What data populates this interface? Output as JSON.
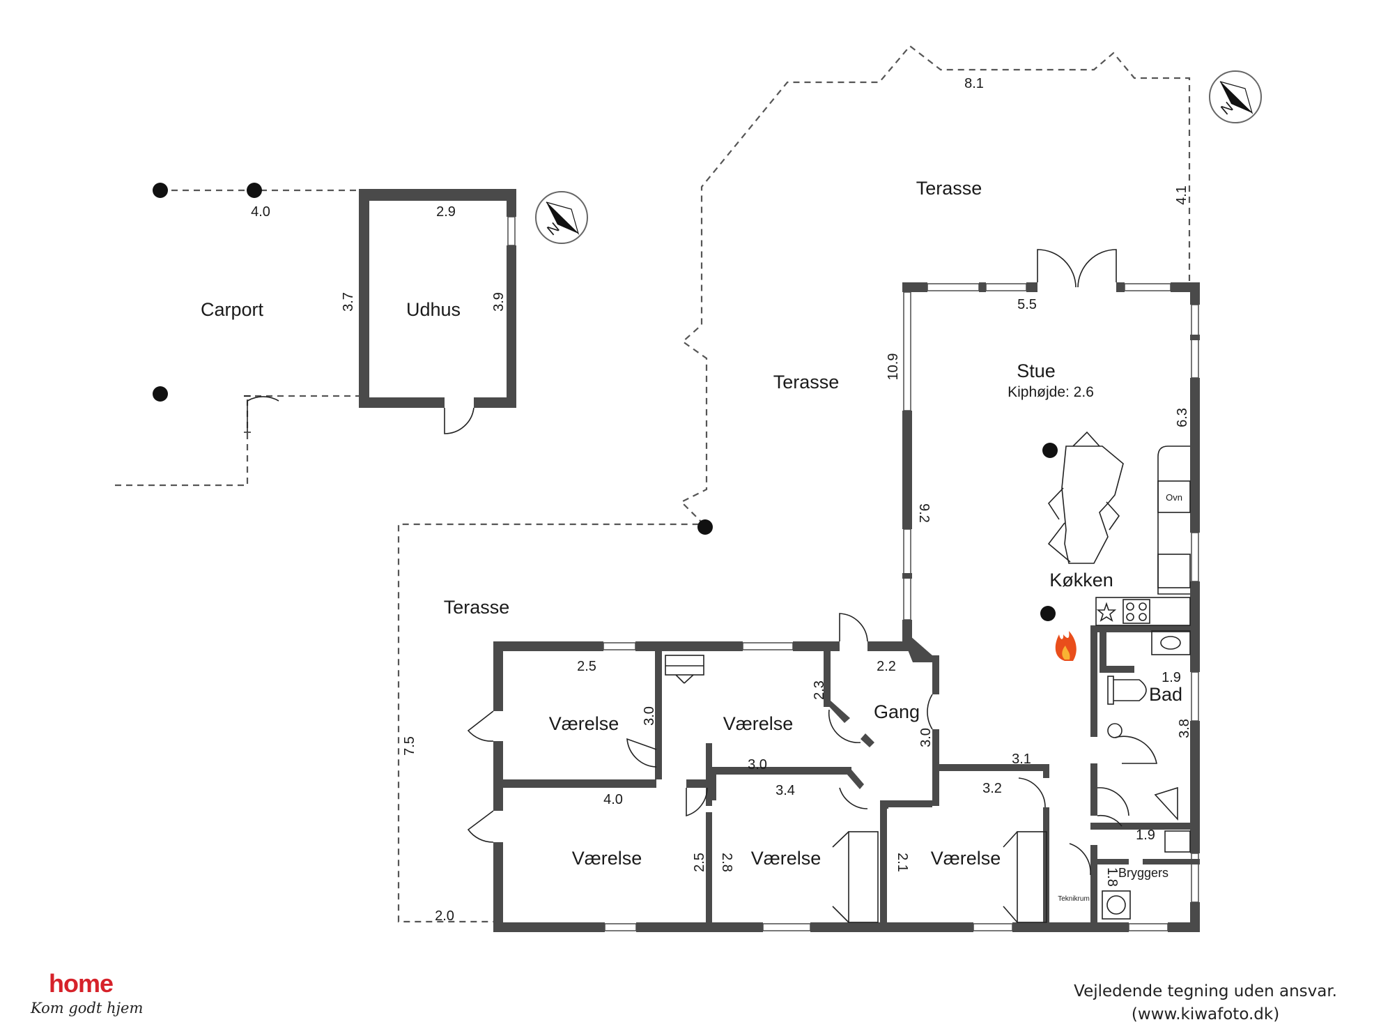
{
  "rooms": {
    "carport": "Carport",
    "udhus": "Udhus",
    "terasse": "Terasse",
    "stue": "Stue",
    "kiphojde": "Kiphøjde: 2.6",
    "kokken": "Køkken",
    "gang": "Gang",
    "vaerelse": "Værelse",
    "bad": "Bad",
    "bryggers": "Bryggers",
    "teknikrum": "Teknikrum",
    "ovn": "Ovn"
  },
  "dims": {
    "carport_w": "4.0",
    "udhus_w": "2.9",
    "udhus_h_left": "3.7",
    "udhus_h_right": "3.9",
    "terrace_top": "8.1",
    "terrace_right": "4.1",
    "stue_w": "5.5",
    "stue_h": "10.9",
    "stue_right": "6.3",
    "kitchen_left": "9.2",
    "gang_w": "2.2",
    "gang_h": "3.0",
    "closet_h": "2.3",
    "r1_w": "2.5",
    "r1_h": "3.0",
    "r2_w": "3.0",
    "r3_w": "4.0",
    "r3_h": "2.5",
    "r4_w": "3.4",
    "r4_h": "2.8",
    "r5_top": "3.1",
    "r5_w": "3.2",
    "r5_h": "2.1",
    "bad_w": "1.9",
    "bad_h": "3.8",
    "bry_w": "1.9",
    "bry_h": "1.8",
    "terrace_left_h": "7.5",
    "terrace_bottom": "2.0"
  },
  "compass": {
    "label": "N"
  },
  "brand": {
    "name": "home",
    "tagline": "Kom godt hjem"
  },
  "disclaimer": {
    "line1": "Vejledende tegning uden ansvar.",
    "line2": "(www.kiwafoto.dk)"
  }
}
